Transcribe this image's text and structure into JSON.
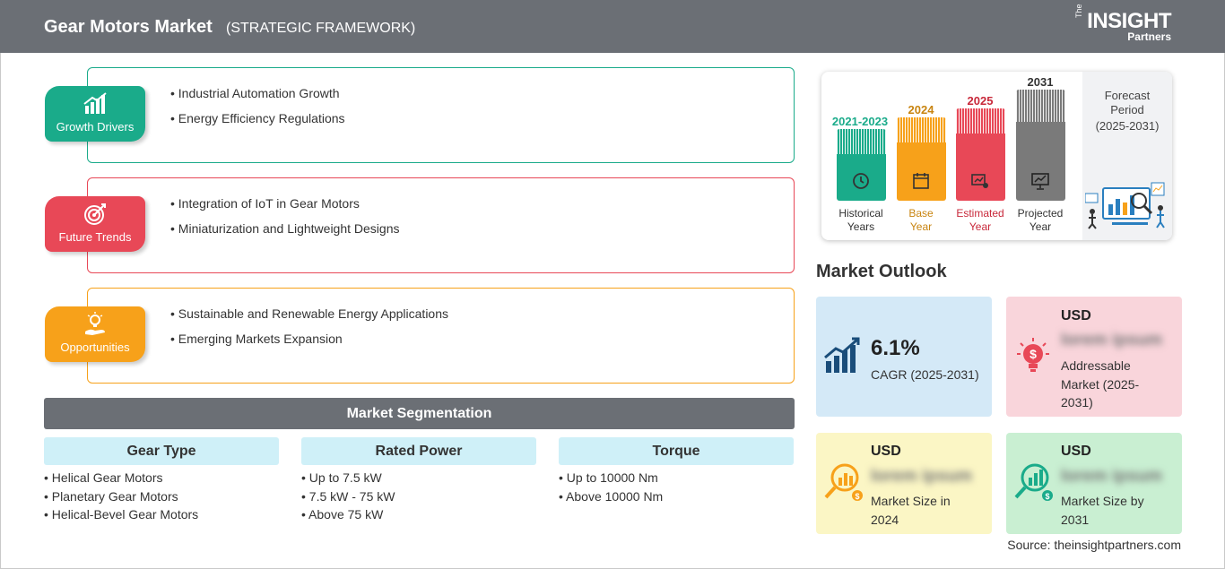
{
  "header": {
    "title": "Gear Motors Market",
    "subtitle": "(STRATEGIC FRAMEWORK)",
    "logo": {
      "the": "The",
      "main": "INSIGHT",
      "partners": "Partners"
    }
  },
  "framework": [
    {
      "label": "Growth Drivers",
      "color": "#1aab8a",
      "icon": "bar-growth-icon",
      "items": [
        "Industrial Automation Growth",
        "Energy Efficiency Regulations"
      ]
    },
    {
      "label": "Future Trends",
      "color": "#e84857",
      "icon": "target-icon",
      "items": [
        "Integration of IoT in Gear Motors",
        "Miniaturization and Lightweight Designs"
      ]
    },
    {
      "label": "Opportunities",
      "color": "#f7a11a",
      "icon": "lightbulb-hand-icon",
      "items": [
        "Sustainable and Renewable Energy Applications",
        "Emerging Markets Expansion"
      ]
    }
  ],
  "segmentation": {
    "title": "Market Segmentation",
    "columns": [
      {
        "heading": "Gear Type",
        "items": [
          "Helical Gear Motors",
          "Planetary Gear Motors",
          "Helical-Bevel Gear Motors"
        ]
      },
      {
        "heading": "Rated Power",
        "items": [
          "Up to 7.5 kW",
          "7.5 kW - 75 kW",
          "Above 75 kW"
        ]
      },
      {
        "heading": "Torque",
        "items": [
          "Up to 10000 Nm",
          "Above 10000 Nm"
        ]
      }
    ]
  },
  "timeline": {
    "bars": [
      {
        "year": "2021-2023",
        "label_line1": "Historical",
        "label_line2": "Years",
        "color": "#1aab8a",
        "icon": "history-icon"
      },
      {
        "year": "2024",
        "label_line1": "Base",
        "label_line2": "Year",
        "color": "#f7a11a",
        "icon": "calendar-icon"
      },
      {
        "year": "2025",
        "label_line1": "Estimated",
        "label_line2": "Year",
        "color": "#e84857",
        "icon": "estimate-chart-icon"
      },
      {
        "year": "2031",
        "label_line1": "Projected",
        "label_line2": "Year",
        "color": "#7a7a7a",
        "icon": "presentation-icon"
      }
    ],
    "forecast": {
      "line1": "Forecast",
      "line2": "Period",
      "line3": "(2025-2031)"
    }
  },
  "outlook": {
    "title": "Market Outlook",
    "cagr": {
      "value": "6.1%",
      "label": "CAGR (2025-2031)",
      "bg": "#d4e9f7"
    },
    "addressable": {
      "currency": "USD",
      "value": "lorem ipsum",
      "desc_line1": "Addressable",
      "desc_line2": "Market (2025-",
      "desc_line3": "2031)",
      "bg": "#f9d5db"
    },
    "size2024": {
      "currency": "USD",
      "value": "lorem ipsum",
      "desc_line1": "Market Size in",
      "desc_line2": "2024",
      "bg": "#fbf6c5"
    },
    "size2031": {
      "currency": "USD",
      "value": "lorem ipsum",
      "desc_line1": "Market Size by",
      "desc_line2": "2031",
      "bg": "#c9efd2"
    }
  },
  "source": "Source: theinsightpartners.com"
}
